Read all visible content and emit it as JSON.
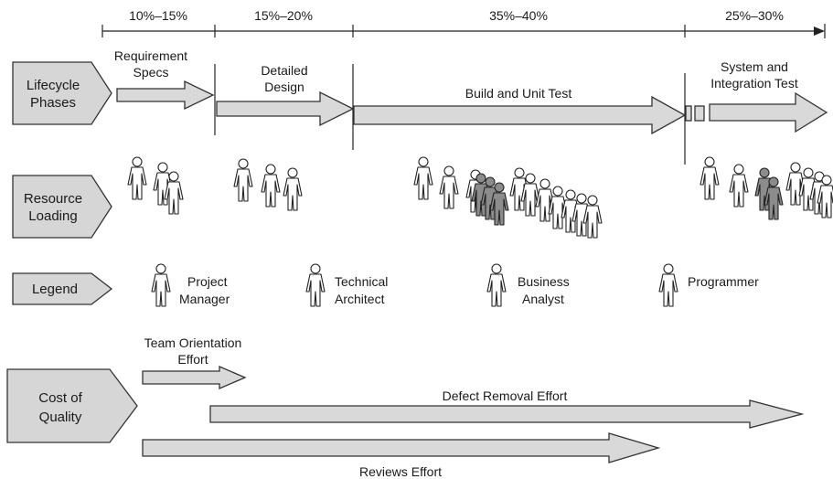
{
  "timeline": {
    "percentages": [
      "10%–15%",
      "15%–20%",
      "35%–40%",
      "25%–30%"
    ]
  },
  "rows": {
    "lifecycle": [
      "Lifecycle",
      "Phases"
    ],
    "resource": [
      "Resource",
      "Loading"
    ],
    "legend": [
      "Legend"
    ],
    "cost": [
      "Cost of",
      "Quality"
    ]
  },
  "phases": {
    "requirement": [
      "Requirement",
      "Specs"
    ],
    "design": [
      "Detailed",
      "Design"
    ],
    "build": "Build and Unit Test",
    "system": [
      "System and",
      "Integration Test"
    ]
  },
  "legend": {
    "project_manager": [
      "Project",
      "Manager"
    ],
    "technical_architect": [
      "Technical",
      "Architect"
    ],
    "business_analyst": [
      "Business",
      "Analyst"
    ],
    "programmer": [
      "Programmer"
    ]
  },
  "quality": {
    "team_orientation": [
      "Team Orientation",
      "Effort"
    ],
    "defect_removal": "Defect Removal Effort",
    "reviews": "Reviews Effort"
  },
  "colors": {
    "light_fill": "#d9d9d9",
    "dark_fill": "#8c8c8c",
    "white_fill": "#ffffff",
    "stroke": "#333333"
  }
}
